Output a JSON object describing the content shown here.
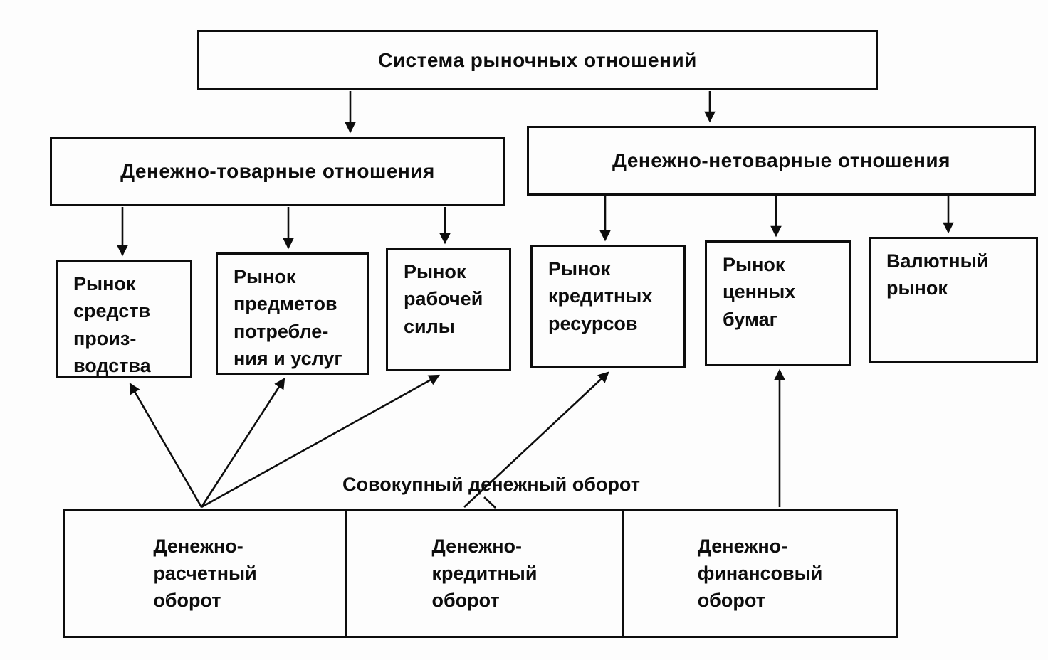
{
  "diagram": {
    "title": "Система рыночных отношений",
    "branches": {
      "commodity": "Денежно-товарные отношения",
      "non_commodity": "Денежно-нетоварные отношения"
    },
    "markets": [
      {
        "label": "Рынок\nсредств\nпроиз-\nводства"
      },
      {
        "label": "Рынок\nпредметов\nпотребле-\nния и услуг"
      },
      {
        "label": "Рынок\nрабочей\nсилы"
      },
      {
        "label": "Рынок\nкредитных\nресурсов"
      },
      {
        "label": "Рынок\nценных\nбумаг"
      },
      {
        "label": "Валютный\nрынок"
      }
    ],
    "turnover": {
      "caption": "Совокупный денежный оборот",
      "sections": [
        {
          "label": "Денежно-\nрасчетный\nоборот"
        },
        {
          "label": "Денежно-\nкредитный\nоборот"
        },
        {
          "label": "Денежно-\nфинансовый\nоборот"
        }
      ]
    }
  }
}
